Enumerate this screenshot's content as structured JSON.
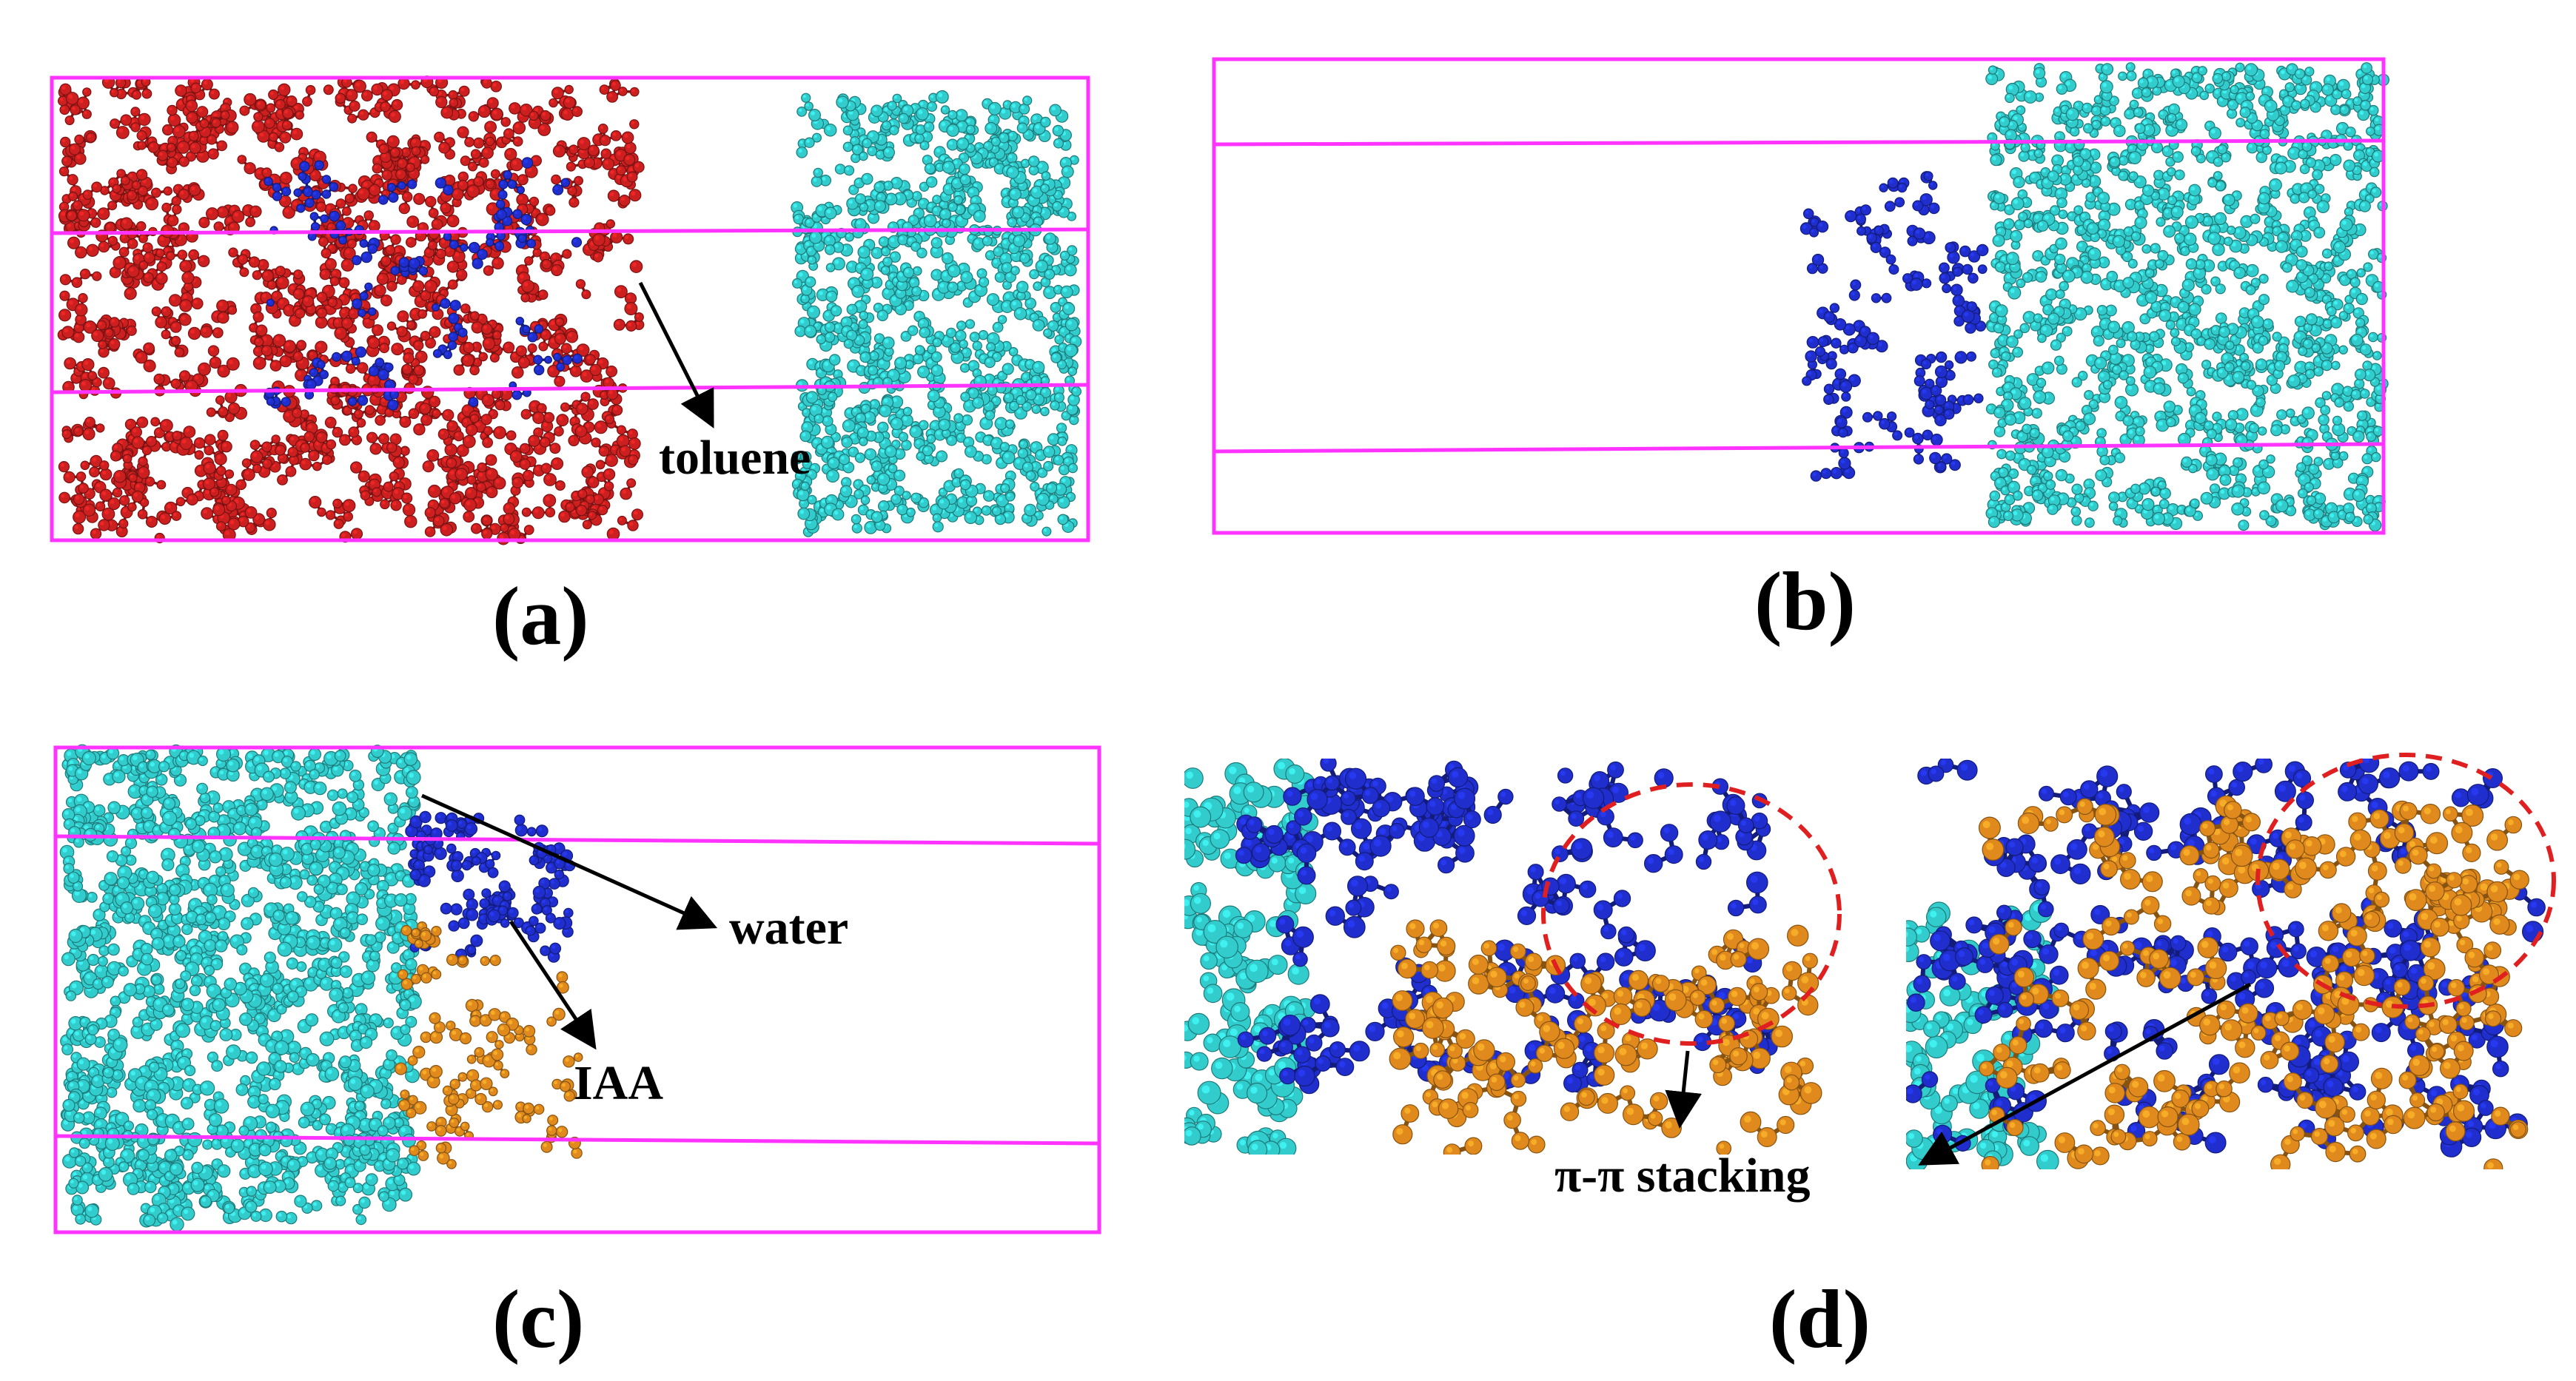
{
  "panels": {
    "a": {
      "caption": "(a)",
      "annotation": "toluene"
    },
    "b": {
      "caption": "(b)"
    },
    "c": {
      "caption": "(c)",
      "annotations": [
        "water",
        "IAA"
      ]
    },
    "d": {
      "caption": "(d)",
      "annotation": "π-π stacking"
    }
  },
  "colors": {
    "toluene": "#cc1f1f",
    "water": "#33cccc",
    "iaa_blue": "#1f2ecc",
    "iaa_orange": "#e08a1e",
    "cell_box": "#ff33ff",
    "stacking_circle": "#e02020"
  }
}
